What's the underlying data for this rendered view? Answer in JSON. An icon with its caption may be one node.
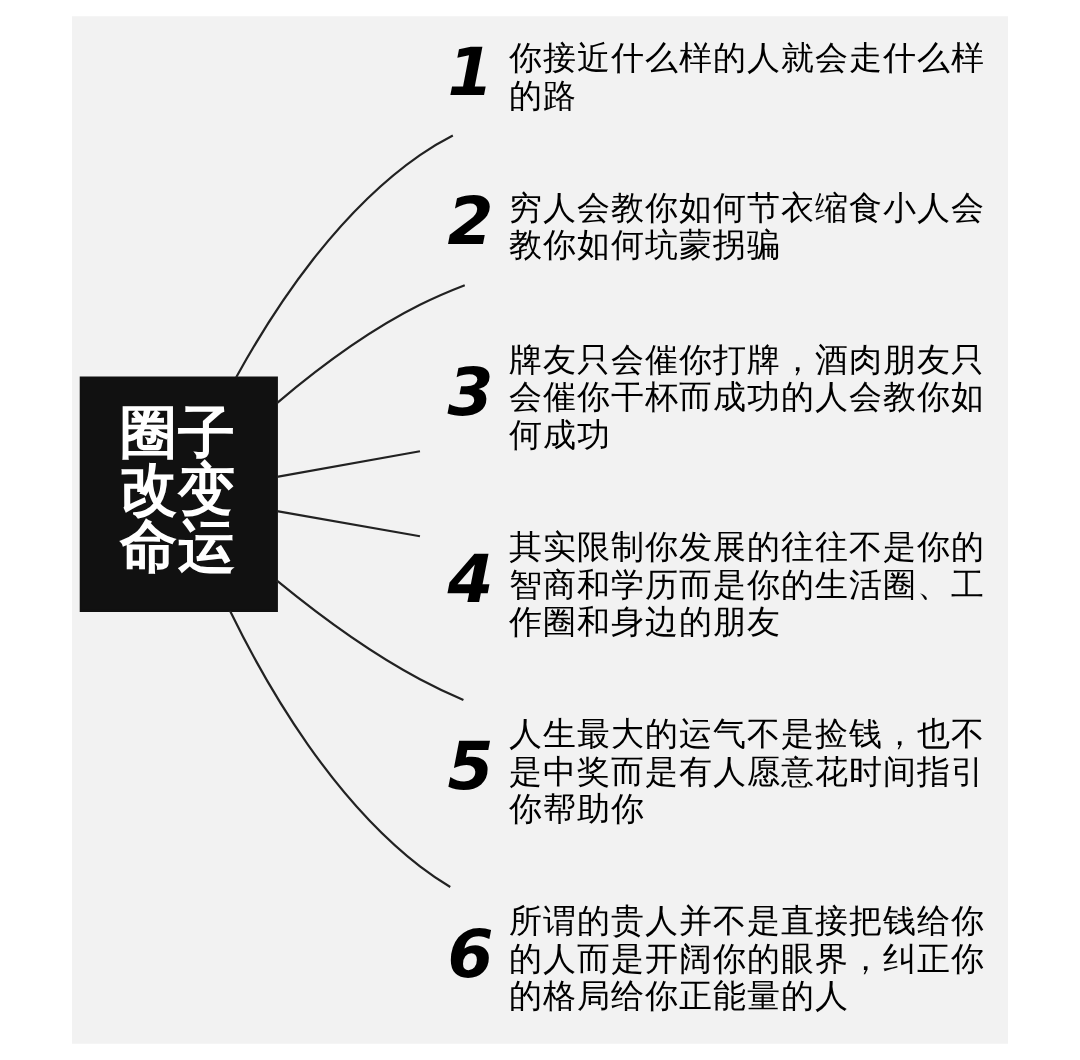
{
  "diagram": {
    "nodes": [
      {
        "text": [
          "圈子改变命运"
        ]
      },
      {
        "text": [
          "1",
          "你接近什么样的人就会走什么样的路"
        ]
      },
      {
        "text": [
          "2",
          "穷人会教你如何节衣缩食小人会教你如何坑蒙拐骗"
        ]
      },
      {
        "text": [
          "3",
          "牌友只会催你打牌，酒肉朋友只会催你干杯而成功的人会教你如何成功"
        ]
      },
      {
        "text": [
          "4",
          "其实限制你发展的往往不是你的智商和学历而是你的生活圈、工作圈和身边的朋友"
        ]
      },
      {
        "text": [
          "5",
          "人生最大的运气不是捡钱，也不是中奖而是有人愿意花时间指引你帮助你"
        ]
      },
      {
        "text": [
          "6",
          "所谓的贵人并不是直接把钱给你的人而是开阔你的眼界，纠正你的格局给你正能量的人"
        ]
      }
    ],
    "edges": [
      {
        "from": 0,
        "to": 1,
        "arrow": "none"
      },
      {
        "from": 0,
        "to": 2,
        "arrow": "none"
      },
      {
        "from": 0,
        "to": 3,
        "arrow": "none"
      },
      {
        "from": 0,
        "to": 4,
        "arrow": "none"
      },
      {
        "from": 0,
        "to": 5,
        "arrow": "none"
      },
      {
        "from": 0,
        "to": 6,
        "arrow": "none"
      }
    ]
  }
}
